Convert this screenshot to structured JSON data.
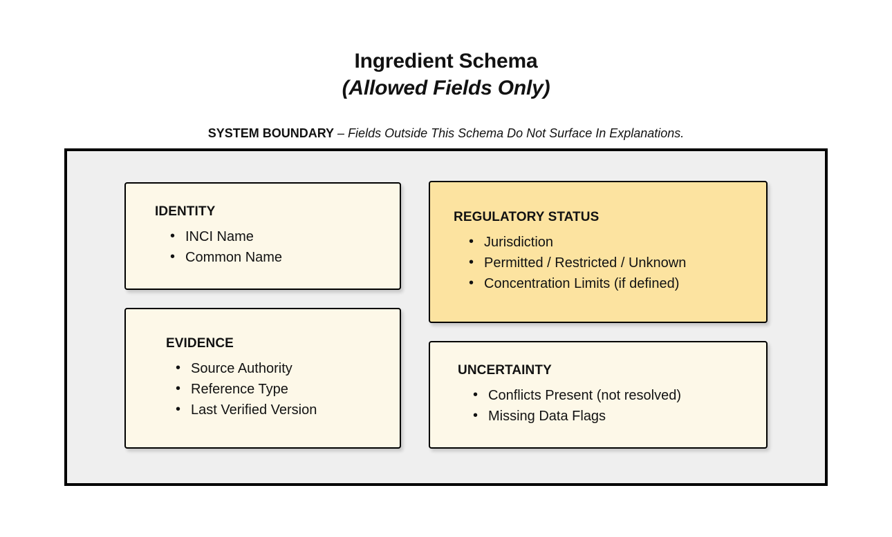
{
  "header": {
    "title_line1": "Ingredient Schema",
    "title_line2": "(Allowed Fields Only)",
    "subtitle_label": "SYSTEM BOUNDARY",
    "subtitle_desc": " – Fields Outside This Schema Do Not Surface In Explanations."
  },
  "boundary": {
    "background_color": "#efefef",
    "border_color": "#000000"
  },
  "cards": [
    {
      "id": "identity",
      "title": "IDENTITY",
      "fill_color": "#fdf8e8",
      "items": [
        "INCI Name",
        "Common Name"
      ]
    },
    {
      "id": "regulatory-status",
      "title": "REGULATORY STATUS",
      "fill_color": "#fce3a0",
      "items": [
        "Jurisdiction",
        "Permitted / Restricted / Unknown",
        "Concentration Limits (if defined)"
      ]
    },
    {
      "id": "evidence",
      "title": "EVIDENCE",
      "fill_color": "#fdf8e8",
      "items": [
        "Source Authority",
        "Reference Type",
        "Last Verified Version"
      ]
    },
    {
      "id": "uncertainty",
      "title": "UNCERTAINTY",
      "fill_color": "#fdf8e8",
      "items": [
        "Conflicts Present (not resolved)",
        "Missing Data Flags"
      ]
    }
  ]
}
